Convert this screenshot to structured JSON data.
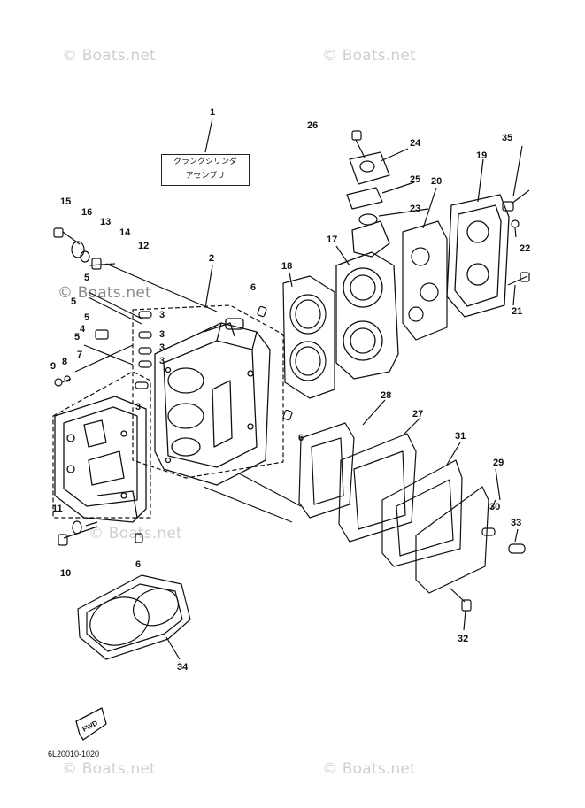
{
  "watermark": "© Boats.net",
  "watermark_positions": [
    "top-left",
    "top-center",
    "middle-left",
    "middle-center",
    "bottom-left",
    "bottom-center"
  ],
  "note": {
    "line1": "クランクシリンダ",
    "line2": "アセンブリ"
  },
  "diagram_code": "6L20010-1020",
  "fwd_label": "FWD",
  "callouts": [
    {
      "id": "c1",
      "text": "1"
    },
    {
      "id": "c2",
      "text": "2"
    },
    {
      "id": "c3a",
      "text": "3"
    },
    {
      "id": "c3b",
      "text": "3"
    },
    {
      "id": "c3c",
      "text": "3"
    },
    {
      "id": "c3d",
      "text": "3"
    },
    {
      "id": "c3e",
      "text": "3"
    },
    {
      "id": "c4",
      "text": "4"
    },
    {
      "id": "c5a",
      "text": "5"
    },
    {
      "id": "c5b",
      "text": "5"
    },
    {
      "id": "c5c",
      "text": "5"
    },
    {
      "id": "c5d",
      "text": "5"
    },
    {
      "id": "c6a",
      "text": "6"
    },
    {
      "id": "c6b",
      "text": "6"
    },
    {
      "id": "c6c",
      "text": "6"
    },
    {
      "id": "c7",
      "text": "7"
    },
    {
      "id": "c8",
      "text": "8"
    },
    {
      "id": "c9",
      "text": "9"
    },
    {
      "id": "c10",
      "text": "10"
    },
    {
      "id": "c11",
      "text": "11"
    },
    {
      "id": "c12",
      "text": "12"
    },
    {
      "id": "c13",
      "text": "13"
    },
    {
      "id": "c14",
      "text": "14"
    },
    {
      "id": "c15",
      "text": "15"
    },
    {
      "id": "c16",
      "text": "16"
    },
    {
      "id": "c17",
      "text": "17"
    },
    {
      "id": "c18",
      "text": "18"
    },
    {
      "id": "c19",
      "text": "19"
    },
    {
      "id": "c20",
      "text": "20"
    },
    {
      "id": "c21",
      "text": "21"
    },
    {
      "id": "c22",
      "text": "22"
    },
    {
      "id": "c23",
      "text": "23"
    },
    {
      "id": "c24",
      "text": "24"
    },
    {
      "id": "c25",
      "text": "25"
    },
    {
      "id": "c26",
      "text": "26"
    },
    {
      "id": "c27",
      "text": "27"
    },
    {
      "id": "c28",
      "text": "28"
    },
    {
      "id": "c29",
      "text": "29"
    },
    {
      "id": "c30",
      "text": "30"
    },
    {
      "id": "c31",
      "text": "31"
    },
    {
      "id": "c32",
      "text": "32"
    },
    {
      "id": "c33",
      "text": "33"
    },
    {
      "id": "c34",
      "text": "34"
    },
    {
      "id": "c35",
      "text": "35"
    }
  ],
  "colors": {
    "ink": "#111111",
    "watermark": "#cfcfcf",
    "background": "#ffffff"
  }
}
